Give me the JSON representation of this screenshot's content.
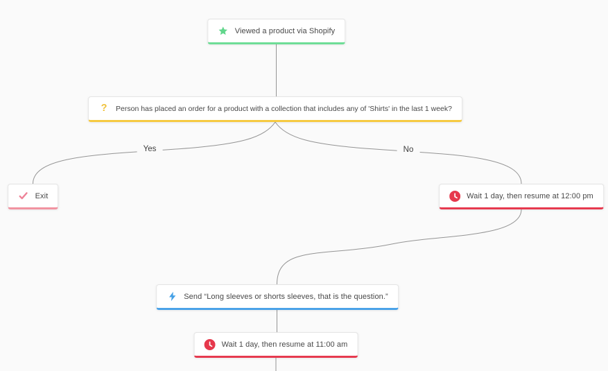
{
  "canvas": {
    "background": "#fafafa",
    "connector_color": "#949494"
  },
  "nodes": [
    {
      "id": "trigger",
      "label": "Viewed a product via Shopify",
      "icon": "star-icon",
      "accent": "#6edd96",
      "icon_color": "#62d68c"
    },
    {
      "id": "condition",
      "label": "Person has placed an order for a product with a collection that includes any of 'Shirts' in the last 1 week?",
      "icon": "question-mark-icon",
      "accent": "#f6ca41",
      "icon_color": "#f0c23c"
    },
    {
      "id": "exit",
      "label": "Exit",
      "icon": "checkmark-icon",
      "accent": "#f193a1",
      "icon_color": "#ee8398"
    },
    {
      "id": "wait-1",
      "label": "Wait 1 day, then resume at 12:00 pm",
      "icon": "clock-icon",
      "accent": "#e63a4f",
      "icon_color": "#e6384c"
    },
    {
      "id": "send",
      "label": "Send “Long sleeves or shorts sleeves, that is the question.”",
      "icon": "lightning-icon",
      "accent": "#4aa2e8",
      "icon_color": "#45a0e6"
    },
    {
      "id": "wait-2",
      "label": "Wait 1 day, then resume at 11:00 am",
      "icon": "clock-icon",
      "accent": "#e63a4f",
      "icon_color": "#e6384c"
    }
  ],
  "edges": {
    "yes_label": "Yes",
    "no_label": "No"
  }
}
